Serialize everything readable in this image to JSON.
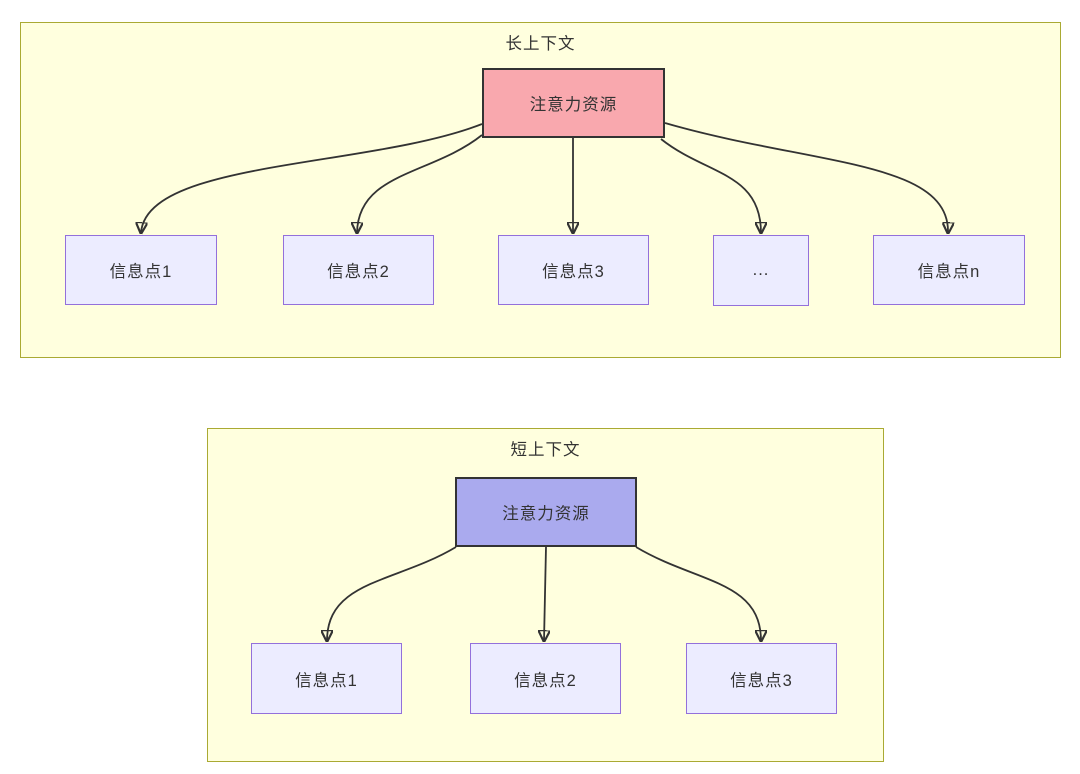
{
  "colors": {
    "page_bg": "#ffffff",
    "group_fill": "#ffffde",
    "group_border": "#aaaa33",
    "node_fill": "#ececff",
    "node_border": "#9370db",
    "attention_long_fill": "#f9a8ae",
    "attention_short_fill": "#aaaaee",
    "source_border": "#333333",
    "edge_color": "#333333",
    "text_color": "#333333"
  },
  "long_context": {
    "title": "长上下文",
    "attention_node": "注意力资源",
    "info_nodes": [
      "信息点1",
      "信息点2",
      "信息点3",
      "...",
      "信息点n"
    ]
  },
  "short_context": {
    "title": "短上下文",
    "attention_node": "注意力资源",
    "info_nodes": [
      "信息点1",
      "信息点2",
      "信息点3"
    ]
  }
}
